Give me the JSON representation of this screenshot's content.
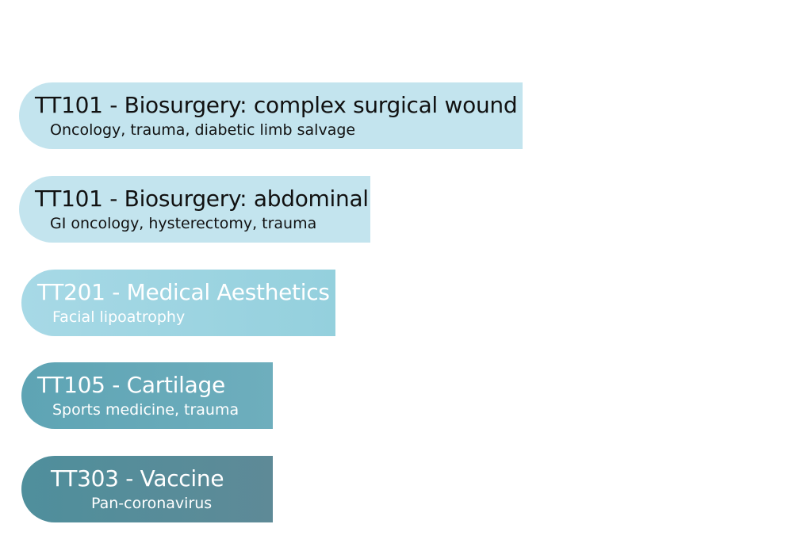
{
  "items": [
    {
      "title": "TT101 - Biosurgery: complex surgical wound",
      "subtitle": "Oncology, trauma,  diabetic limb salvage",
      "color": "#c3e4ee"
    },
    {
      "title": "TT101 - Biosurgery: abdominal",
      "subtitle": "GI oncology, hysterectomy, trauma",
      "color": "#c3e4ee"
    },
    {
      "title": "TT201 - Medical Aesthetics",
      "subtitle": "Facial lipoatrophy",
      "color": "#a0d5e2"
    },
    {
      "title": "TT105 - Cartilage",
      "subtitle": "Sports medicine, trauma",
      "color": "#65a9b8"
    },
    {
      "title": "TT303 - Vaccine",
      "subtitle": "Pan-coronavirus",
      "color": "#578d9a"
    }
  ]
}
